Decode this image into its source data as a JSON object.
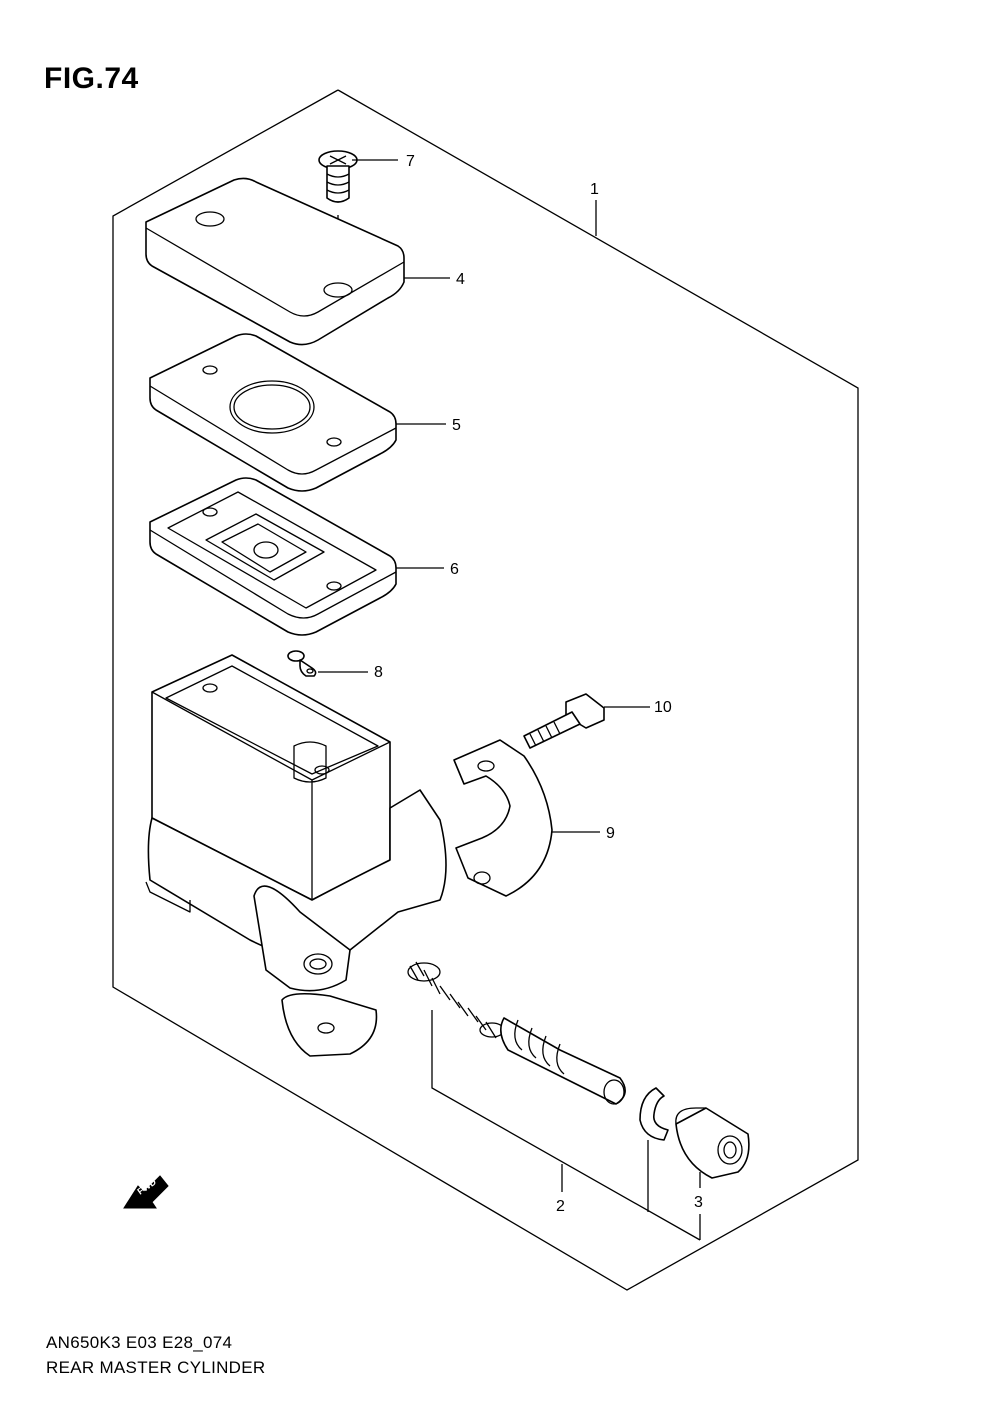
{
  "figure": {
    "title": "FIG.74",
    "model_code": "AN650K3 E03 E28_074",
    "name": "REAR MASTER CYLINDER"
  },
  "callouts": {
    "c1": "1",
    "c2": "2",
    "c3": "3",
    "c4": "4",
    "c5": "5",
    "c6": "6",
    "c7": "7",
    "c8": "8",
    "c9": "9",
    "c10": "10"
  },
  "fwd_label": "FWD"
}
